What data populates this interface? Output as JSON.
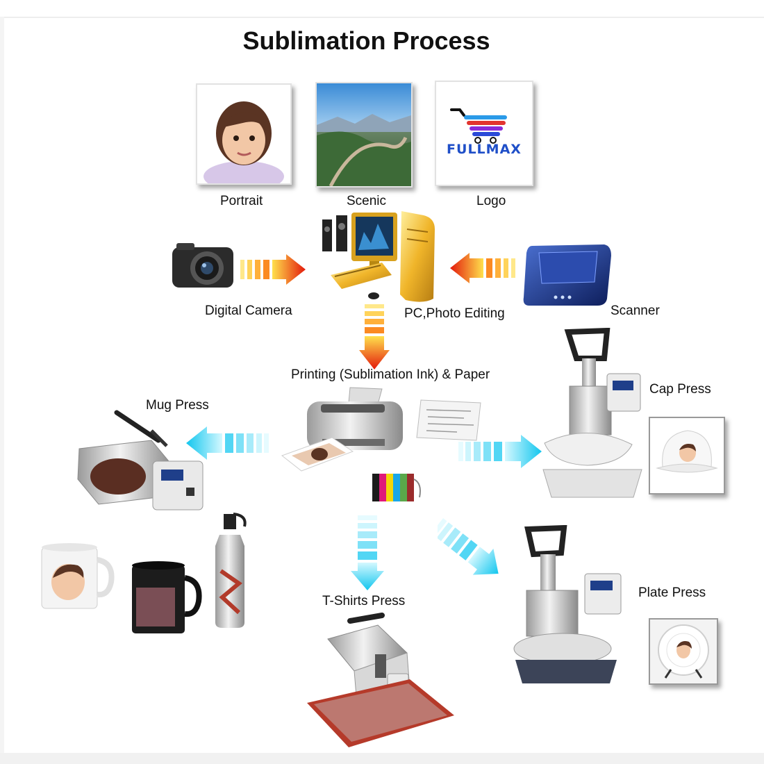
{
  "diagram": {
    "title": "Sublimation Process",
    "sources": {
      "portrait": "Portrait",
      "scenic": "Scenic",
      "logo": "Logo"
    },
    "logo_text": "FULLMAX",
    "devices": {
      "camera": "Digital Camera",
      "pc": "PC,Photo Editing",
      "scanner": "Scanner",
      "printing": "Printing (Sublimation Ink) & Paper"
    },
    "presses": {
      "mug": "Mug Press",
      "cap": "Cap Press",
      "tshirt": "T-Shirts Press",
      "plate": "Plate Press"
    },
    "colors": {
      "arrow_warm_from": "#ffd400",
      "arrow_warm_to": "#e3190b",
      "arrow_cool_from": "#bff4ff",
      "arrow_cool_to": "#12c6ee"
    }
  }
}
